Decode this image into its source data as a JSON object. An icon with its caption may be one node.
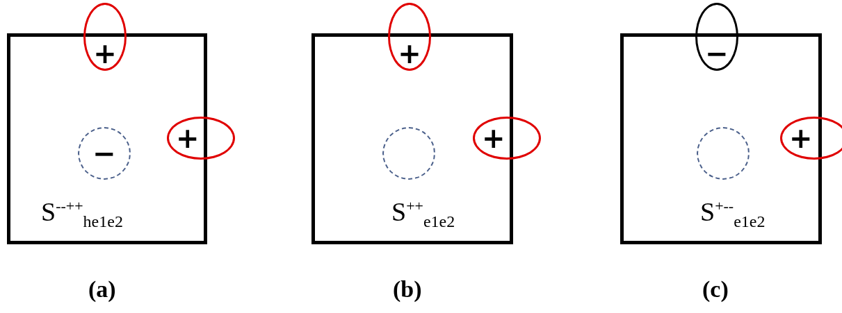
{
  "diagram": {
    "nodes": [
      {
        "text": [
          "S$^{--++}$$_{he1e2}$"
        ]
      },
      {
        "text": [
          "+"
        ]
      },
      {
        "text": [
          "−"
        ],
        "in": 0
      },
      {
        "text": [
          "+"
        ]
      },
      {
        "text": [
          "S$^{++}$$_{e1e2}$"
        ]
      },
      {
        "text": [
          "+"
        ]
      },
      {
        "text": [],
        "shape": "circle",
        "in": 4
      },
      {
        "text": [
          "+"
        ]
      },
      {
        "text": [
          "S$^{+--}$$_{e1e2}$"
        ]
      },
      {
        "text": [
          "−"
        ]
      },
      {
        "text": [],
        "shape": "circle",
        "in": 8
      },
      {
        "text": [
          "+"
        ]
      }
    ],
    "labels": [
      "(a)",
      "(b)",
      "(c)"
    ]
  }
}
